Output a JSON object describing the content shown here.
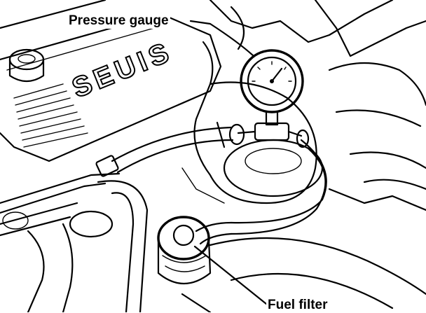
{
  "labels": {
    "pressure_gauge": "Pressure gauge",
    "fuel_filter": "Fuel filter"
  },
  "engraving": "SEUIS",
  "colors": {
    "ink": "#000000",
    "paper": "#ffffff"
  }
}
